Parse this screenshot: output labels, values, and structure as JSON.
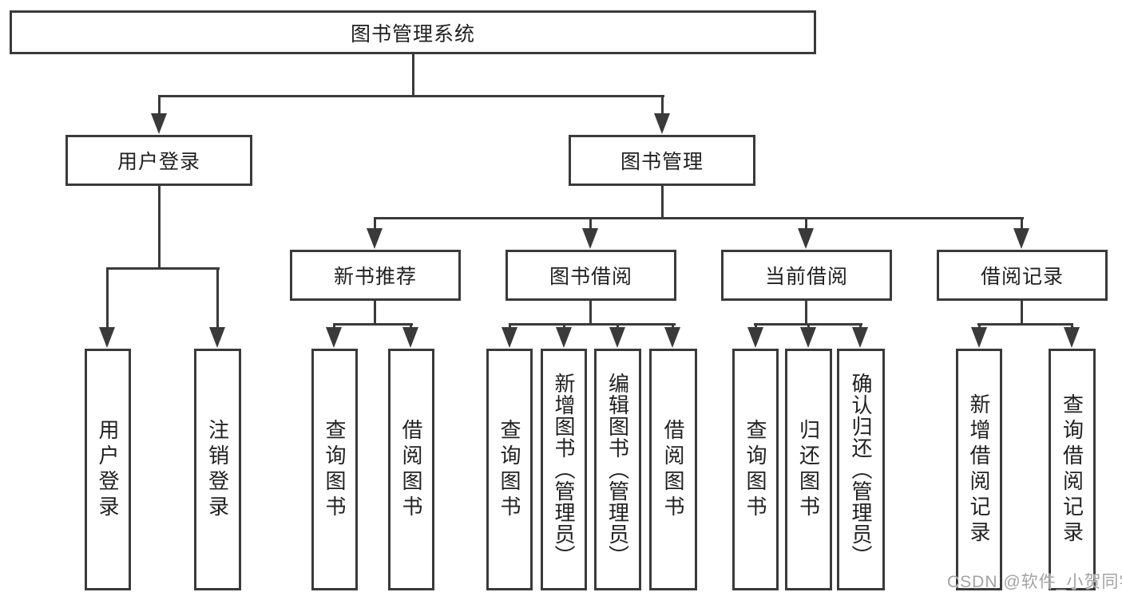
{
  "tree": {
    "root": "图书管理系统",
    "children": [
      {
        "label": "用户登录",
        "children": [
          {
            "label": "用户登录"
          },
          {
            "label": "注销登录"
          }
        ]
      },
      {
        "label": "图书管理",
        "children": [
          {
            "label": "新书推荐",
            "children": [
              {
                "label": "查询图书"
              },
              {
                "label": "借阅图书"
              }
            ]
          },
          {
            "label": "图书借阅",
            "children": [
              {
                "label": "查询图书"
              },
              {
                "label": "新增图书（管理员）"
              },
              {
                "label": "编辑图书（管理员）"
              },
              {
                "label": "借阅图书"
              }
            ]
          },
          {
            "label": "当前借阅",
            "children": [
              {
                "label": "查询图书"
              },
              {
                "label": "归还图书"
              },
              {
                "label": "确认归还（管理员）"
              }
            ]
          },
          {
            "label": "借阅记录",
            "children": [
              {
                "label": "新增借阅记录"
              },
              {
                "label": "查询借阅记录"
              }
            ]
          }
        ]
      }
    ]
  },
  "watermark": {
    "text": "CSDN @软件_小贺同学"
  },
  "colors": {
    "line": "#3a3a3a",
    "text": "#212121",
    "background": "#ffffff",
    "watermark": "#a3a3a3"
  }
}
